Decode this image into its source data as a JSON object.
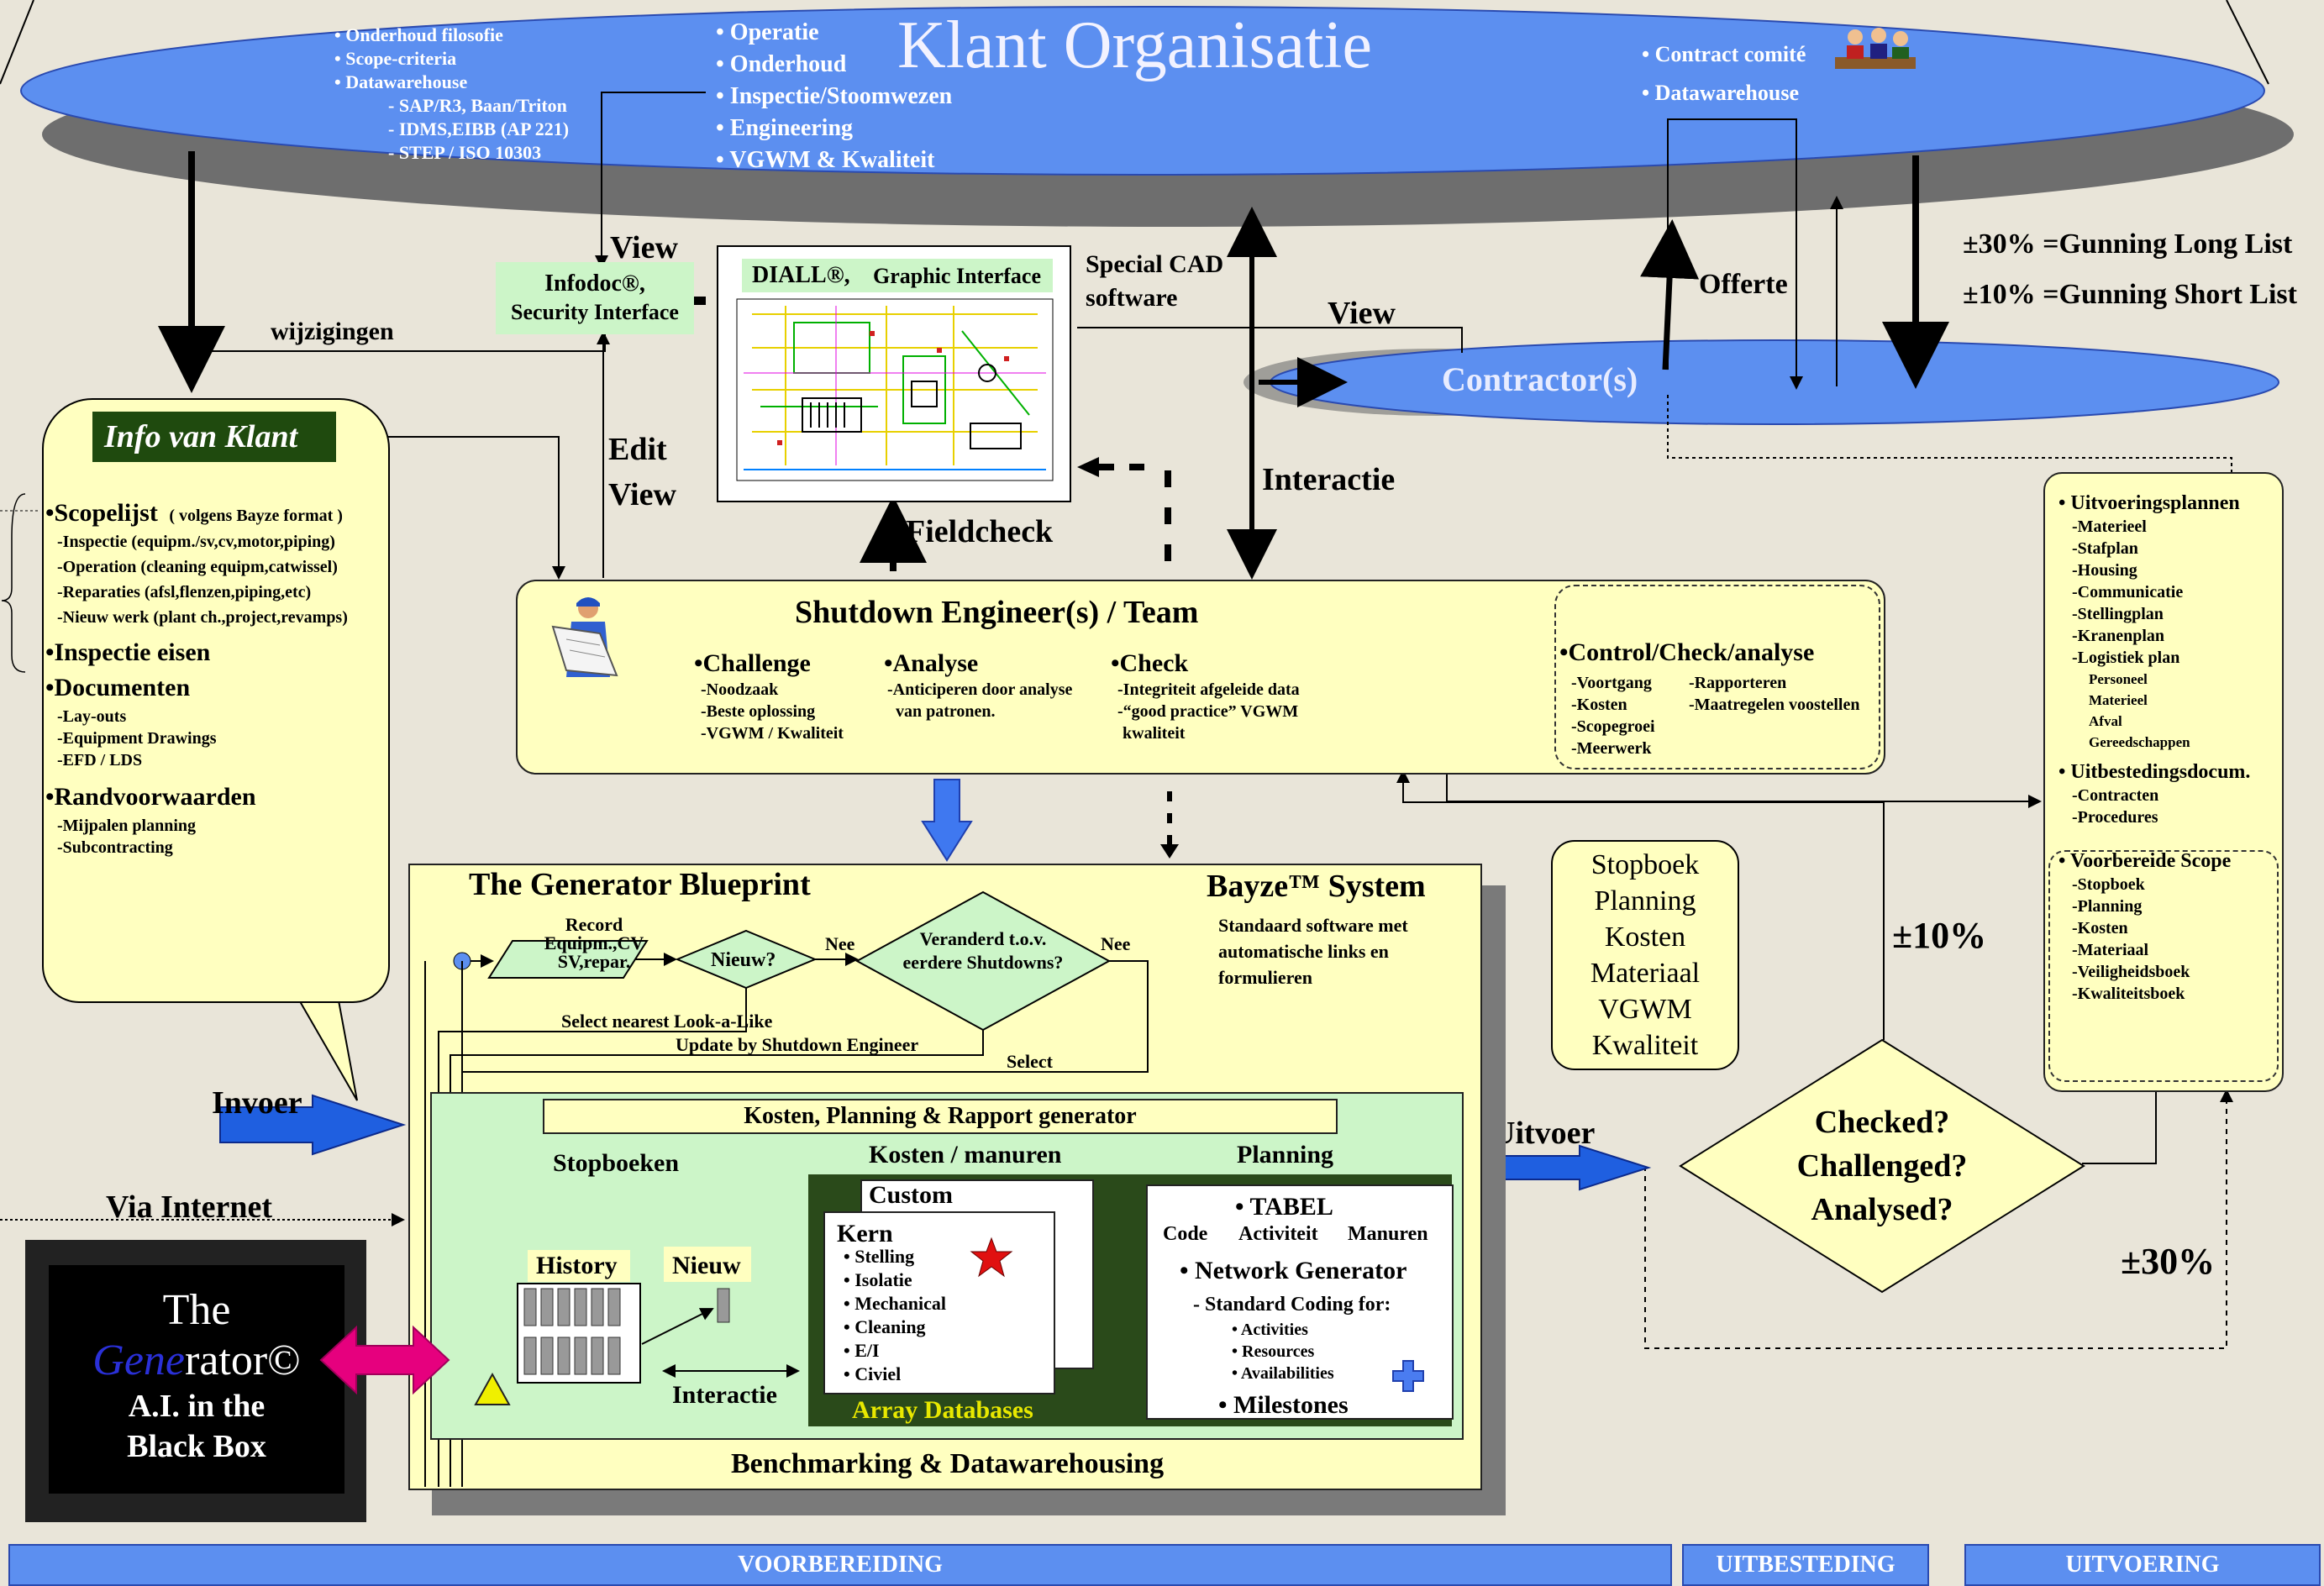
{
  "colors": {
    "ellipse": "#5c8ff0",
    "ellipse_shadow": "#6e6e6e",
    "yellow_box": "#ffffc0",
    "green_box": "#ccf5c8",
    "dark_green": "#2a4a1a",
    "magenta": "#e6007e",
    "blue_arrow": "#1f5fe0"
  },
  "client": {
    "title": "Klant Organisatie",
    "col1": [
      "• Onderhoud filosofie",
      "• Scope-criteria",
      "• Datawarehouse"
    ],
    "col1_sub": [
      "- SAP/R3, Baan/Triton",
      "- IDMS,EIBB (AP 221)",
      "- STEP / ISO 10303"
    ],
    "col2": [
      "• Operatie",
      "• Onderhoud",
      "• Inspectie/Stoomwezen",
      "• Engineering",
      "• VGWM & Kwaliteit"
    ],
    "col3": [
      "• Contract comité",
      "• Datawarehouse"
    ]
  },
  "contractor": {
    "title": "Contractor(s)"
  },
  "labels": {
    "wijzigingen": "wijzigingen",
    "view1": "View",
    "view2": "View",
    "edit": "Edit",
    "edit_view": "View",
    "special_cad": "Special CAD",
    "software": "software",
    "offerte": "Offerte",
    "interactie": "Interactie",
    "fieldcheck": "Fieldcheck",
    "invoer": "Invoer",
    "via_internet": "Via Internet",
    "uitvoer": "Uitvoer",
    "pm10": "±10%",
    "pm30": "±30%"
  },
  "gunning": [
    "±30% =Gunning Long List",
    "±10% =Gunning Short List"
  ],
  "infodoc": {
    "title": "Infodoc®,",
    "sub": "Security Interface"
  },
  "diall": {
    "title": "DIALL®,",
    "sub": "Graphic Interface"
  },
  "info_klant": {
    "title": "Info van Klant",
    "scopelijst": "•Scopelijst",
    "scopelijst_note": "( volgens Bayze format )",
    "scope_items": [
      "-Inspectie (equipm./sv,cv,motor,piping)",
      "-Operation (cleaning equipm,catwissel)",
      "-Reparaties (afsl,flenzen,piping,etc)",
      "-Nieuw werk (plant ch.,project,revamps)"
    ],
    "inspectie": "•Inspectie eisen",
    "documenten": "•Documenten",
    "doc_items": [
      "-Lay-outs",
      "-Equipment Drawings",
      "-EFD / LDS"
    ],
    "randvoorwaarden": "•Randvoorwaarden",
    "rand_items": [
      "-Mijpalen planning",
      "-Subcontracting"
    ]
  },
  "shutdown": {
    "title": "Shutdown Engineer(s) / Team",
    "challenge": "•Challenge",
    "challenge_items": [
      "-Noodzaak",
      "-Beste oplossing",
      "-VGWM / Kwaliteit"
    ],
    "analyse": "•Analyse",
    "analyse_items": [
      "-Anticiperen door analyse",
      "van patronen."
    ],
    "check": "•Check",
    "check_items": [
      "-Integriteit afgeleide data",
      "-“good practice” VGWM",
      "kwaliteit"
    ],
    "control": "•Control/Check/analyse",
    "control_col1": [
      "-Voortgang",
      "-Kosten",
      "-Scopegroei",
      "-Meerwerk"
    ],
    "control_col2": [
      "-Rapporteren",
      "-Maatregelen voostellen"
    ]
  },
  "uitvoering": {
    "h1": "• Uitvoeringsplannen",
    "h1_items": [
      "-Materieel",
      "-Stafplan",
      "-Housing",
      "-Communicatie",
      "-Stellingplan",
      "-Kranenplan",
      "-Logistiek plan"
    ],
    "log_items": [
      "Personeel",
      "Materieel",
      "Afval",
      "Gereedschappen"
    ],
    "h2": "• Uitbestedingsdocum.",
    "h2_items": [
      "-Contracten",
      "-Procedures"
    ],
    "h3": "• Voorbereide Scope",
    "h3_items": [
      "-Stopboek",
      "-Planning",
      "-Kosten",
      "-Materiaal",
      "-Veiligheidsboek",
      "-Kwaliteitsboek"
    ]
  },
  "stopboek_bubble": [
    "Stopboek",
    "Planning",
    "Kosten",
    "Materiaal",
    "VGWM",
    "Kwaliteit"
  ],
  "checked": [
    "Checked?",
    "Challenged?",
    "Analysed?"
  ],
  "generator": {
    "title": "The Generator Blueprint",
    "bayze": "Bayze™ System",
    "bayze_desc": [
      "Standaard software met",
      "automatische links en",
      "formulieren"
    ],
    "record": [
      "Record",
      "Equipm.,CV",
      "SV,repar."
    ],
    "nieuw_q": "Nieuw?",
    "veranderd": [
      "Veranderd t.o.v.",
      "eerdere Shutdowns?"
    ],
    "nee1": "Nee",
    "nee2": "Nee",
    "select_nearest": "Select  nearest Look-a-Like",
    "update_by": "Update by Shutdown Engineer",
    "select": "Select",
    "kpr": "Kosten, Planning  & Rapport generator",
    "stopboeken": "Stopboeken",
    "kosten_manuren": "Kosten / manuren",
    "planning": "Planning",
    "history": "History",
    "nieuw": "Nieuw",
    "interactie": "Interactie",
    "custom": "Custom",
    "kern": "Kern",
    "kern_items": [
      "• Stelling",
      "• Isolatie",
      "• Mechanical",
      "• Cleaning",
      "• E/I",
      "• Civiel"
    ],
    "array_db": "Array Databases",
    "tabel": "• TABEL",
    "tabel_cols": [
      "Code",
      "Activiteit",
      "Manuren"
    ],
    "network": "• Network Generator",
    "coding": "- Standard Coding for:",
    "coding_items": [
      "• Activities",
      "• Resources",
      "• Availabilities"
    ],
    "milestones": "• Milestones",
    "bench": "Benchmarking & Datawarehousing"
  },
  "blackbox": {
    "the": "The",
    "gene": "Gene",
    "rator": "rator©",
    "ai": "A.I. in the",
    "box": "Black Box"
  },
  "phases": [
    "VOORBEREIDING",
    "UITBESTEDING",
    "UITVOERING"
  ]
}
